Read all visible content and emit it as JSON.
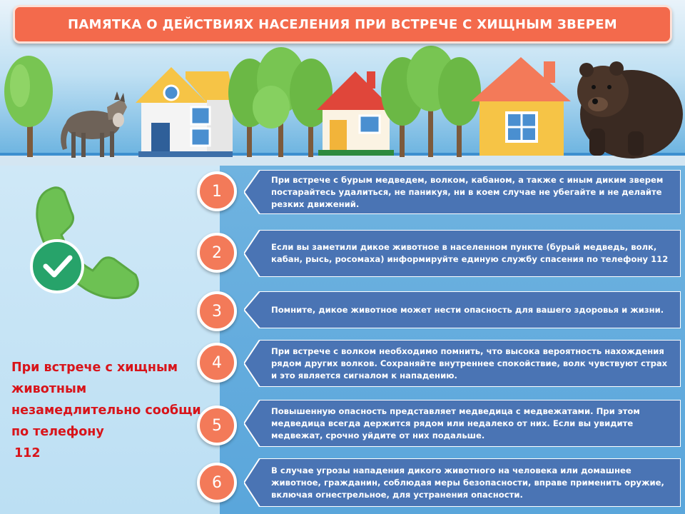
{
  "header": {
    "title": "ПАМЯТКА О ДЕЙСТВИЯХ НАСЕЛЕНИЯ ПРИ ВСТРЕЧЕ С ХИЩНЫМ ЗВЕРЕМ"
  },
  "callout": {
    "text": "При встрече с хищным животным незамедлительно сообщи по телефону",
    "number": "112"
  },
  "steps": [
    {
      "num": "1",
      "text": "При встрече с бурым медведем, волком,  кабаном, а также с иным диким зверем постарайтесь  удалиться, не паникуя, ни в коем случае не убегайте и не делайте резких движений."
    },
    {
      "num": "2",
      "text": "Если вы заметили дикое животное  в населенном пункте (бурый медведь, волк, кабан, рысь, росомаха) информируйте единую службу спасения по телефону 112"
    },
    {
      "num": "3",
      "text": "Помните, дикое животное может нести опасность для вашего здоровья и жизни."
    },
    {
      "num": "4",
      "text": "При  встрече с волком необходимо помнить, что высока вероятность нахождения рядом других волков. Сохраняйте внутреннее спокойствие, волк чувствуют страх и это является сигналом к нападению."
    },
    {
      "num": "5",
      "text": "Повышенную опасность представляет медведица с медвежатами. При этом медведица всегда держится рядом или недалеко от них. Если вы увидите медвежат, срочно уйдите от них подальше."
    },
    {
      "num": "6",
      "text": "В случае угрозы нападения дикого животного на человека или домашнее животное, гражданин, соблюдая меры безопасности, вправе применить оружие, включая огнестрельное,  для устранения опасности."
    }
  ],
  "colors": {
    "title_bg": "#f36a4c",
    "step_box": "#4a74b4",
    "step_circle": "#f37a59",
    "callout_text": "#d8141a",
    "phone_green": "#6dc153"
  },
  "icons": [
    "wolf-icon",
    "bear-icon",
    "house-icon",
    "tree-icon",
    "phone-icon",
    "check-icon"
  ]
}
